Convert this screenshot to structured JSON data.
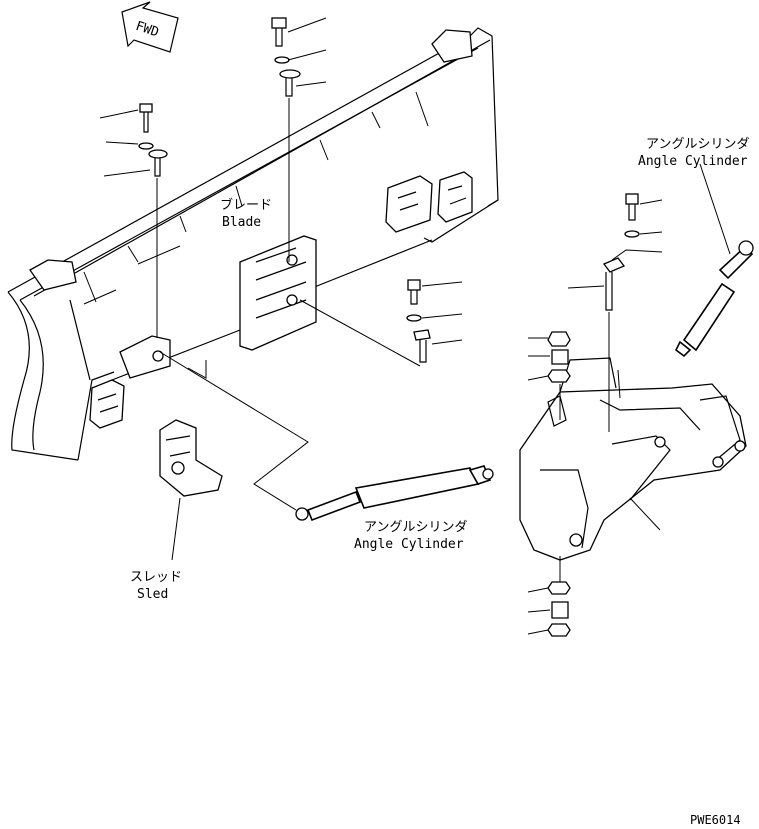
{
  "direction_tag": "FWD",
  "labels": {
    "blade_jp": "ブレード",
    "blade_en": "Blade",
    "cyl_top_jp": "アングルシリンダ",
    "cyl_top_en": "Angle Cylinder",
    "cyl_mid_jp": "アングルシリンダ",
    "cyl_mid_en": "Angle Cylinder",
    "sled_jp": "スレッド",
    "sled_en": "Sled"
  },
  "drawing_code": "PWE6014"
}
